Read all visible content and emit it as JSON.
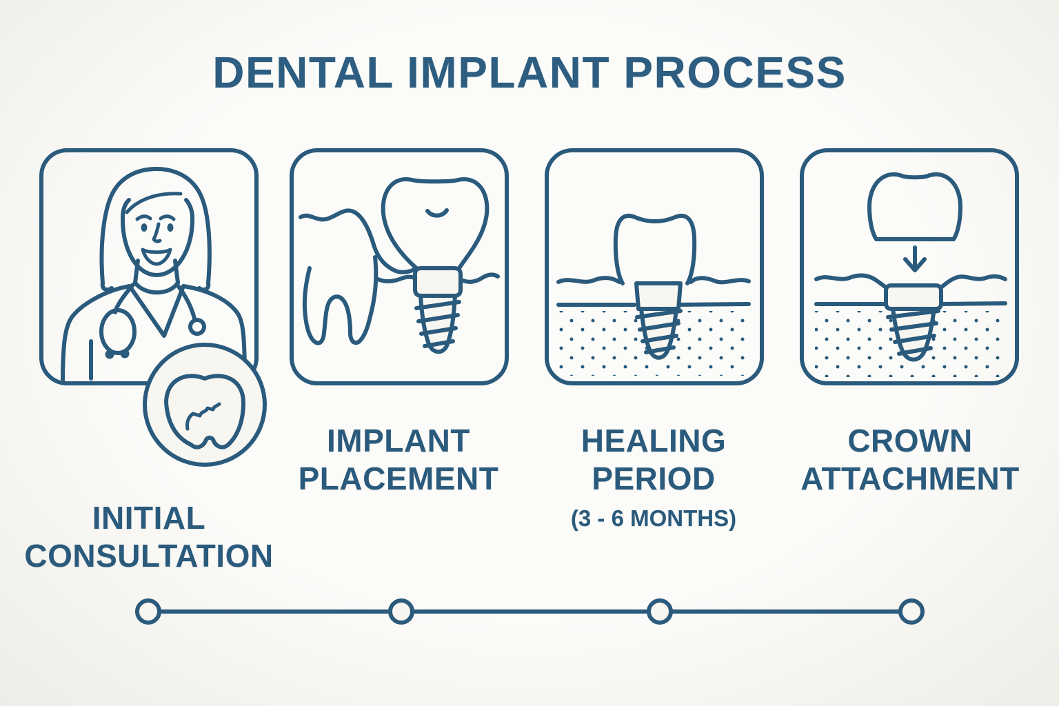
{
  "title": "DENTAL IMPLANT PROCESS",
  "colors": {
    "ink": "#2a5a7c",
    "title": "#2d5d80",
    "background": "#f7f6f1"
  },
  "steps": [
    {
      "id": "initial-consultation",
      "label_line1": "INITIAL",
      "label_line2": "CONSULTATION",
      "icon": "dentist-consultation-icon"
    },
    {
      "id": "implant-placement",
      "label_line1": "IMPLANT",
      "label_line2": "PLACEMENT",
      "icon": "implant-placement-icon"
    },
    {
      "id": "healing-period",
      "label_line1": "HEALING",
      "label_line2": "PERIOD",
      "sublabel": "(3 - 6 MONTHS)",
      "icon": "healing-period-icon"
    },
    {
      "id": "crown-attachment",
      "label_line1": "CROWN",
      "label_line2": "ATTACHMENT",
      "icon": "crown-attachment-icon"
    }
  ],
  "timeline": {
    "node_count": 4
  }
}
